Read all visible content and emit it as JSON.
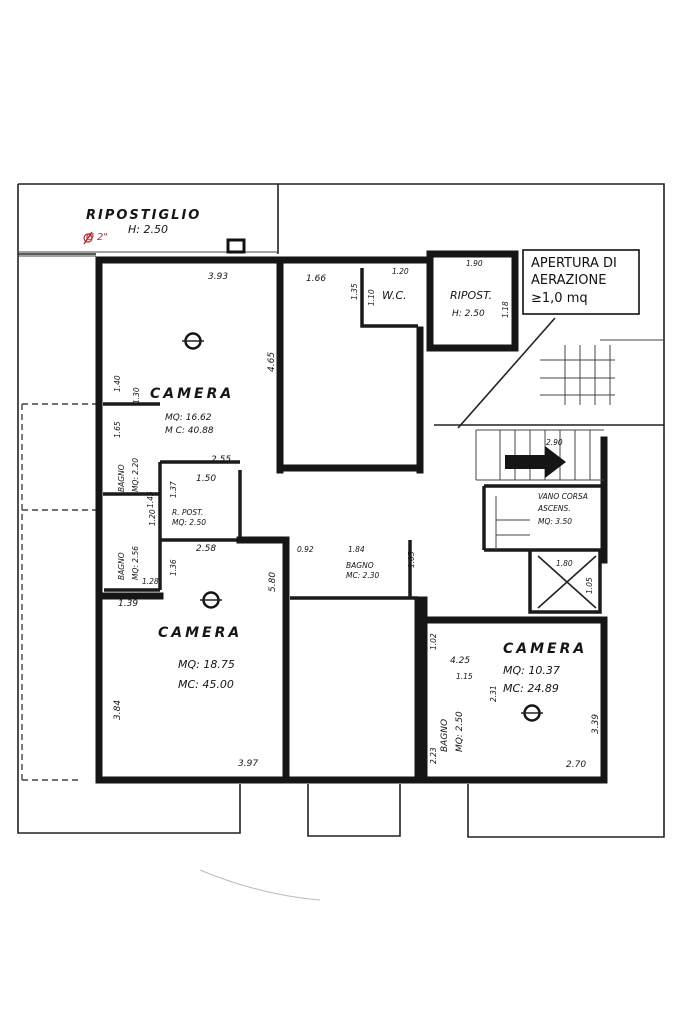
{
  "labels": {
    "ripostiglio_top": "RIPOSTIGLIO",
    "ripostiglio_top_h": "H: 2.50",
    "diam": "Ø 2\"",
    "wc": "W.C.",
    "ripost": "RIPOST.",
    "ripost_h": "H: 2.50",
    "apertura_1": "APERTURA DI",
    "apertura_2": "AERAZIONE",
    "apertura_3": "≥1,0 mq",
    "camera1": "CAMERA",
    "camera1_mq": "MQ: 16.62",
    "camera1_mc": "M C: 40.88",
    "bagno1": "BAGNO",
    "bagno1_mq": "MQ: 2.20",
    "ripost2": "R. POST.",
    "ripost2_mq": "MQ: 2.50",
    "bagno2": "BAGNO",
    "bagno2_mq": "MQ: 2.56",
    "bagno3": "BAGNO",
    "bagno3_mq": "MC: 2.30",
    "vano_1": "VANO CORSA",
    "vano_2": "ASCENS.",
    "vano_3": "MQ: 3.50",
    "camera2": "CAMERA",
    "camera2_mq": "MQ: 18.75",
    "camera2_mc": "MC: 45.00",
    "camera3": "CAMERA",
    "camera3_mq": "MQ: 10.37",
    "camera3_mc": "MC: 24.89",
    "bagno4": "BAGNO",
    "bagno4_mq": "MQ: 2.50"
  },
  "dims": {
    "d393": "3.93",
    "d166": "1.66",
    "d120": "1.20",
    "d135": "1.35",
    "d110": "1.10",
    "d190": "1.90",
    "d118": "1.18",
    "d465": "4.65",
    "d140": "1.40",
    "d130": "1.30",
    "d165": "1.65",
    "d255": "2.55",
    "d150": "1.50",
    "d137": "1.37",
    "d145": "1.45",
    "d120b": "1.20",
    "d258": "2.58",
    "d092": "0.92",
    "d184": "1.84",
    "d105": "1.05",
    "d580": "5.80",
    "d136": "1.36",
    "d128": "1.28",
    "d139": "1.39",
    "d384": "3.84",
    "d397": "3.97",
    "d102": "1.02",
    "d425": "4.25",
    "d115": "1.15",
    "d231": "2.31",
    "d223": "2.23",
    "d339": "3.39",
    "d270": "2.70",
    "d290": "2.90",
    "d180": "1.80",
    "d105b": "1.05"
  }
}
